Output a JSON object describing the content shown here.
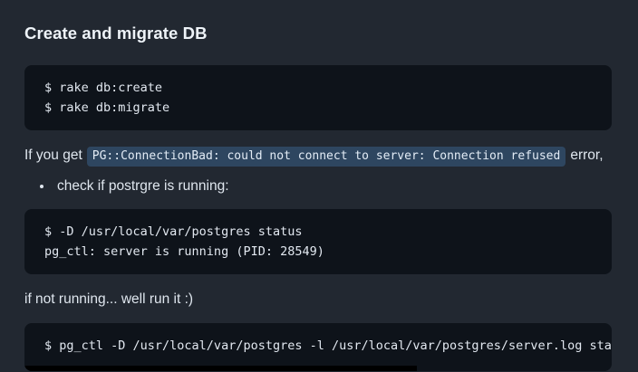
{
  "colors": {
    "canvas_bg": "#222831",
    "code_block_bg": "#0e131a",
    "inline_code_bg": "#2e4660",
    "inline_code_text": "#e3ecf6",
    "heading_text": "#eef3f8",
    "body_text": "#dfe6ee",
    "code_text": "#e2e8f0",
    "scrollbar_thumb": "#000000"
  },
  "content": {
    "heading": "Create and migrate DB",
    "code_block_1": {
      "lines": [
        "$ rake db:create",
        "$ rake db:migrate"
      ]
    },
    "paragraph_error": {
      "prefix": "If you get",
      "inline_code": "PG::ConnectionBad: could not connect to server: Connection refused",
      "suffix": "error,"
    },
    "list_items": [
      "check if postrgre is running:"
    ],
    "code_block_2": {
      "lines": [
        "$ -D /usr/local/var/postgres status",
        "pg_ctl: server is running (PID: 28549)"
      ]
    },
    "paragraph_run": "if not running... well run it :)",
    "code_block_3": {
      "lines": [
        "$ pg_ctl -D /usr/local/var/postgres -l /usr/local/var/postgres/server.log start"
      ],
      "has_horizontal_scrollbar": true
    }
  }
}
